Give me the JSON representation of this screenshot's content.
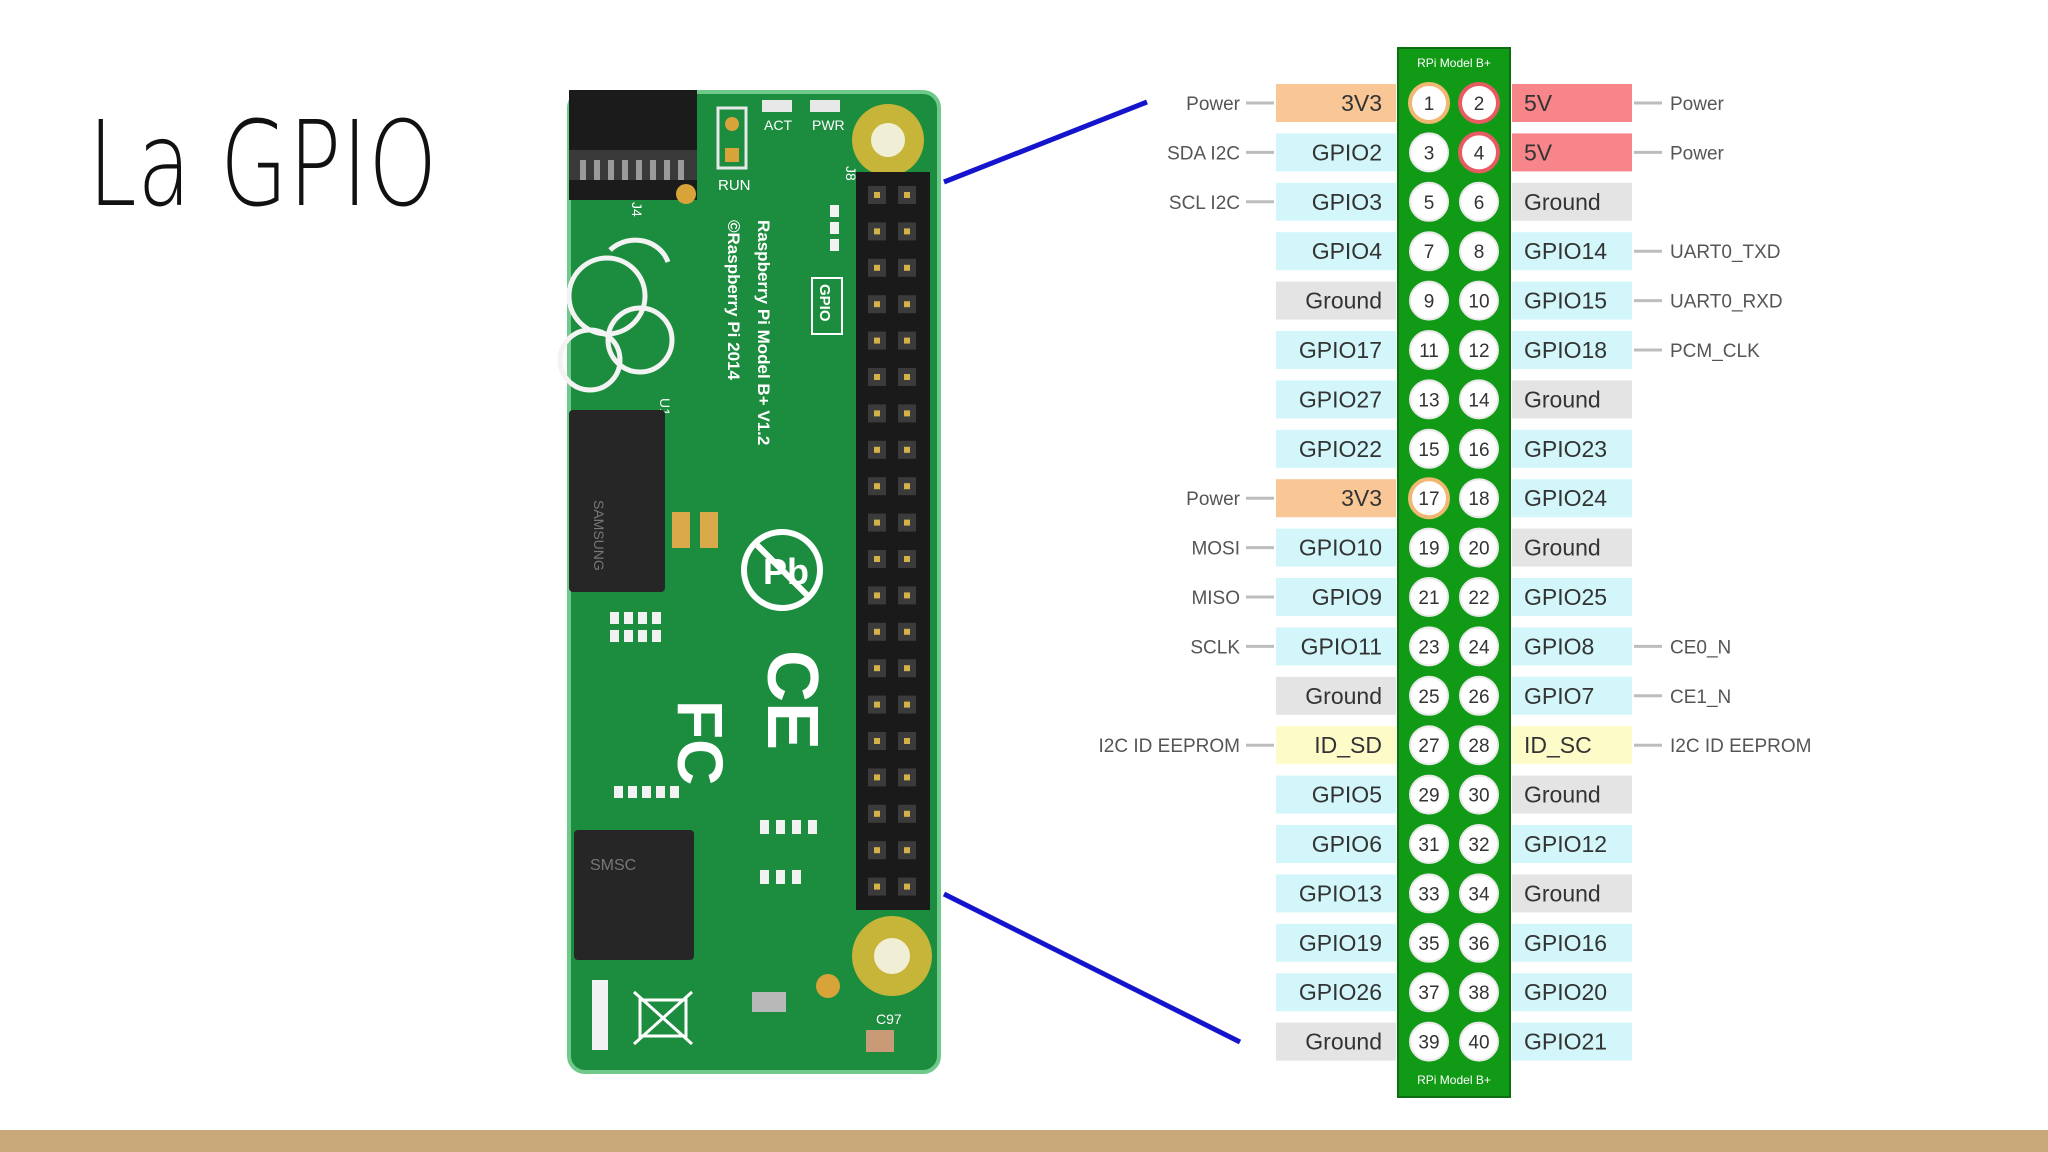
{
  "slide": {
    "title": "La GPIO"
  },
  "colors": {
    "header_green": "#119a16",
    "board_green": "#1a8a3a",
    "pin_3v3": "#f9c796",
    "pin_5v": "#f7858a",
    "pin_gpio": "#d2f6f9",
    "pin_ground": "#e4e4e4",
    "pin_id": "#fdfcc8",
    "connector_line": "#1414cc",
    "accent_bar": "#c9a97a"
  },
  "header": {
    "top_label": "RPi Model B+",
    "bottom_label": "RPi Model B+"
  },
  "pins_left": [
    {
      "num": "1",
      "name": "3V3",
      "type": "3v3",
      "func": "Power"
    },
    {
      "num": "3",
      "name": "GPIO2",
      "type": "gpio",
      "func": "SDA I2C"
    },
    {
      "num": "5",
      "name": "GPIO3",
      "type": "gpio",
      "func": "SCL I2C"
    },
    {
      "num": "7",
      "name": "GPIO4",
      "type": "gpio",
      "func": ""
    },
    {
      "num": "9",
      "name": "Ground",
      "type": "ground",
      "func": ""
    },
    {
      "num": "11",
      "name": "GPIO17",
      "type": "gpio",
      "func": ""
    },
    {
      "num": "13",
      "name": "GPIO27",
      "type": "gpio",
      "func": ""
    },
    {
      "num": "15",
      "name": "GPIO22",
      "type": "gpio",
      "func": ""
    },
    {
      "num": "17",
      "name": "3V3",
      "type": "3v3",
      "func": "Power"
    },
    {
      "num": "19",
      "name": "GPIO10",
      "type": "gpio",
      "func": "MOSI"
    },
    {
      "num": "21",
      "name": "GPIO9",
      "type": "gpio",
      "func": "MISO"
    },
    {
      "num": "23",
      "name": "GPIO11",
      "type": "gpio",
      "func": "SCLK"
    },
    {
      "num": "25",
      "name": "Ground",
      "type": "ground",
      "func": ""
    },
    {
      "num": "27",
      "name": "ID_SD",
      "type": "id",
      "func": "I2C ID EEPROM"
    },
    {
      "num": "29",
      "name": "GPIO5",
      "type": "gpio",
      "func": ""
    },
    {
      "num": "31",
      "name": "GPIO6",
      "type": "gpio",
      "func": ""
    },
    {
      "num": "33",
      "name": "GPIO13",
      "type": "gpio",
      "func": ""
    },
    {
      "num": "35",
      "name": "GPIO19",
      "type": "gpio",
      "func": ""
    },
    {
      "num": "37",
      "name": "GPIO26",
      "type": "gpio",
      "func": ""
    },
    {
      "num": "39",
      "name": "Ground",
      "type": "ground",
      "func": ""
    }
  ],
  "pins_right": [
    {
      "num": "2",
      "name": "5V",
      "type": "5v",
      "func": "Power"
    },
    {
      "num": "4",
      "name": "5V",
      "type": "5v",
      "func": "Power"
    },
    {
      "num": "6",
      "name": "Ground",
      "type": "ground",
      "func": ""
    },
    {
      "num": "8",
      "name": "GPIO14",
      "type": "gpio",
      "func": "UART0_TXD"
    },
    {
      "num": "10",
      "name": "GPIO15",
      "type": "gpio",
      "func": "UART0_RXD"
    },
    {
      "num": "12",
      "name": "GPIO18",
      "type": "gpio",
      "func": "PCM_CLK"
    },
    {
      "num": "14",
      "name": "Ground",
      "type": "ground",
      "func": ""
    },
    {
      "num": "16",
      "name": "GPIO23",
      "type": "gpio",
      "func": ""
    },
    {
      "num": "18",
      "name": "GPIO24",
      "type": "gpio",
      "func": ""
    },
    {
      "num": "20",
      "name": "Ground",
      "type": "ground",
      "func": ""
    },
    {
      "num": "22",
      "name": "GPIO25",
      "type": "gpio",
      "func": ""
    },
    {
      "num": "24",
      "name": "GPIO8",
      "type": "gpio",
      "func": "CE0_N"
    },
    {
      "num": "26",
      "name": "GPIO7",
      "type": "gpio",
      "func": "CE1_N"
    },
    {
      "num": "28",
      "name": "ID_SC",
      "type": "id",
      "func": "I2C ID EEPROM"
    },
    {
      "num": "30",
      "name": "Ground",
      "type": "ground",
      "func": ""
    },
    {
      "num": "32",
      "name": "GPIO12",
      "type": "gpio",
      "func": ""
    },
    {
      "num": "34",
      "name": "Ground",
      "type": "ground",
      "func": ""
    },
    {
      "num": "36",
      "name": "GPIO16",
      "type": "gpio",
      "func": ""
    },
    {
      "num": "38",
      "name": "GPIO20",
      "type": "gpio",
      "func": ""
    },
    {
      "num": "40",
      "name": "GPIO21",
      "type": "gpio",
      "func": ""
    }
  ],
  "board_photo": {
    "model_text": "Raspberry Pi Model B+ V1.2",
    "copyright_text": "©Raspberry Pi 2014",
    "gpio_label": "GPIO",
    "run_label": "RUN",
    "act_label": "ACT",
    "pwr_label": "PWR",
    "j8_label": "J8",
    "j4_label": "J4",
    "u1_label": "U1",
    "c97_label": "C97",
    "chip_text": "SAMSUNG",
    "ethernet_chip_text": "SMSC",
    "fc_mark": "FC",
    "ce_mark": "CE",
    "pb_mark": "Pb"
  }
}
